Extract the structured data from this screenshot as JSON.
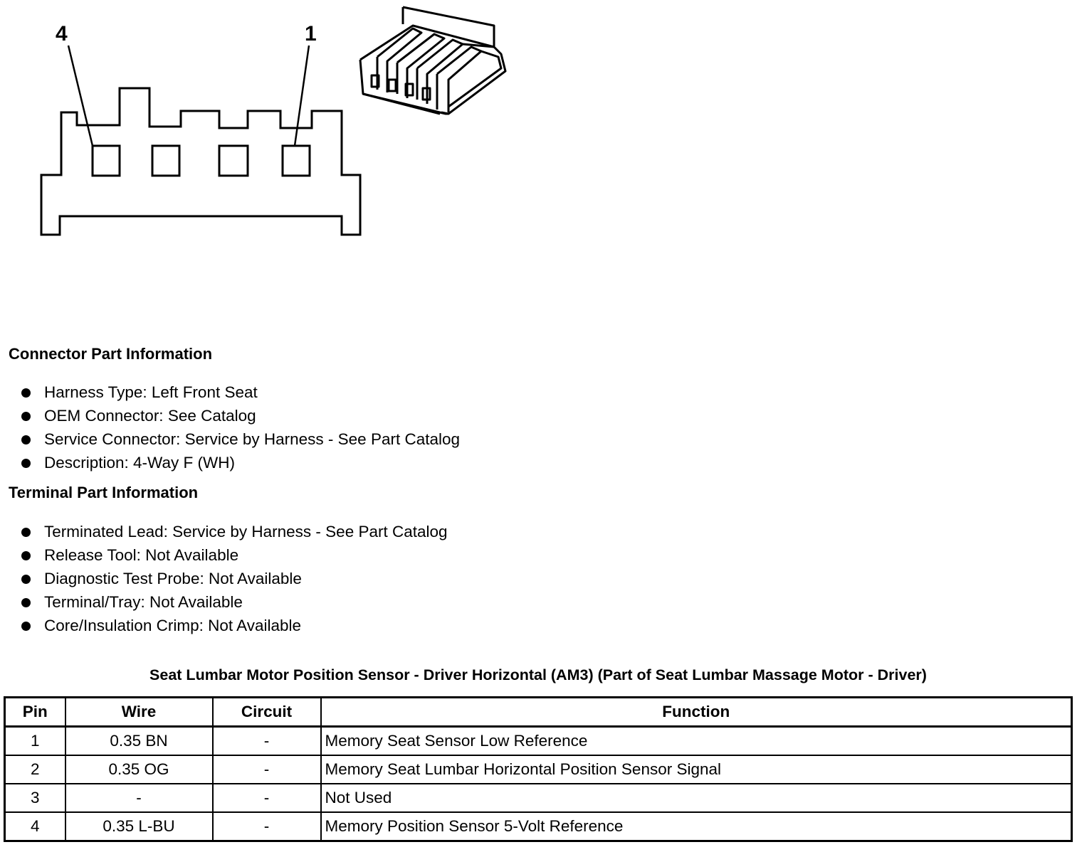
{
  "diagram": {
    "pin_label_left": "4",
    "pin_label_right": "1"
  },
  "connector_info": {
    "title": "Connector Part Information",
    "items": [
      "Harness Type: Left Front Seat",
      "OEM Connector: See Catalog",
      "Service Connector: Service by Harness - See Part Catalog",
      "Description: 4-Way F (WH)"
    ]
  },
  "terminal_info": {
    "title": "Terminal Part Information",
    "items": [
      "Terminated Lead: Service by Harness - See Part Catalog",
      "Release Tool: Not Available",
      "Diagnostic Test Probe: Not Available",
      "Terminal/Tray: Not Available",
      "Core/Insulation Crimp: Not Available"
    ]
  },
  "pin_table": {
    "title": "Seat Lumbar Motor Position Sensor - Driver Horizontal (AM3) (Part of Seat Lumbar Massage Motor - Driver)",
    "headers": [
      "Pin",
      "Wire",
      "Circuit",
      "Function"
    ],
    "rows": [
      [
        "1",
        "0.35 BN",
        "-",
        "Memory Seat Sensor Low Reference"
      ],
      [
        "2",
        "0.35 OG",
        "-",
        "Memory Seat Lumbar Horizontal Position Sensor Signal"
      ],
      [
        "3",
        "-",
        "-",
        "Not Used"
      ],
      [
        "4",
        "0.35 L-BU",
        "-",
        "Memory Position Sensor 5-Volt Reference"
      ]
    ]
  }
}
